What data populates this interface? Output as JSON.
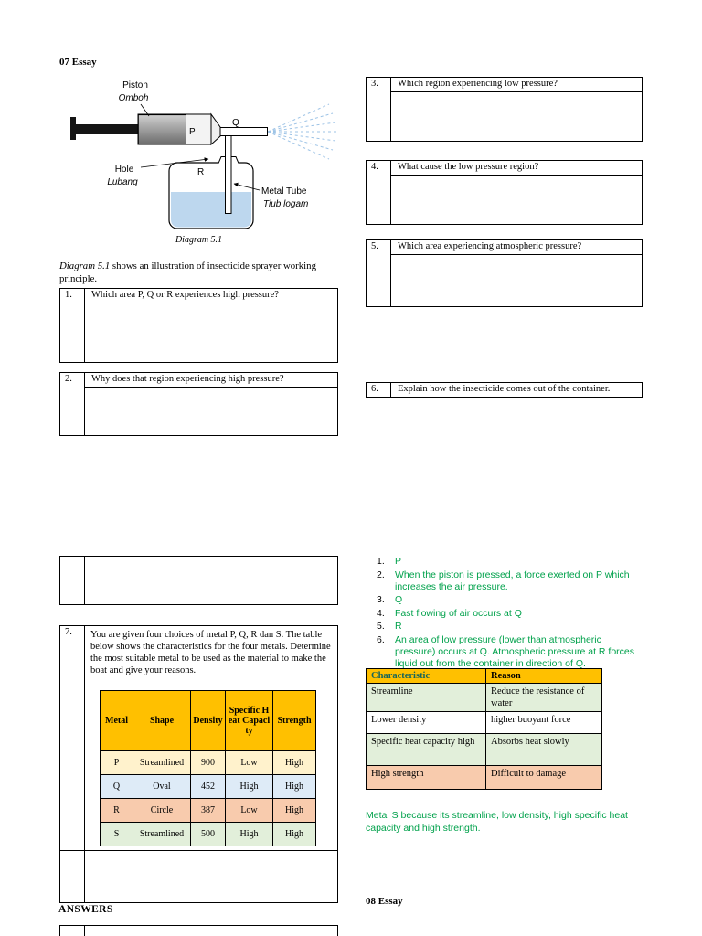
{
  "page": {
    "header_left": "07 Essay",
    "footer_left": "ANSWERS",
    "footer_right": "08 Essay"
  },
  "intro": {
    "lead": "Diagram 5.1",
    "rest": " shows an illustration of insecticide sprayer working principle."
  },
  "diagram": {
    "caption": "Diagram 5.1",
    "labels": {
      "piston_en": "Piston",
      "piston_ms": "Omboh",
      "hole_en": "Hole",
      "hole_ms": "Lubang",
      "tube_en": "Metal Tube",
      "tube_ms": "Tiub logam",
      "point_p": "P",
      "point_q": "Q",
      "point_r": "R"
    }
  },
  "questions": [
    {
      "num": "1.",
      "text": "Which area P, Q or R experiences high pressure?"
    },
    {
      "num": "2.",
      "text": "Why does that region experiencing high pressure?"
    },
    {
      "num": "3.",
      "text": "Which region experiencing low pressure?"
    },
    {
      "num": "4.",
      "text": "What cause the low pressure region?"
    },
    {
      "num": "5.",
      "text": "Which area experiencing atmospheric pressure?"
    },
    {
      "num": "6.",
      "text": "Explain how the insecticide comes out of the container."
    },
    {
      "num": "7.",
      "text": "You are given four choices of metal P, Q, R dan S. The table below shows the characteristics for the four metals. Determine the most suitable metal to be used as the material to make the boat and give your reasons."
    }
  ],
  "metal_table": {
    "headers": [
      "Metal",
      "Shape",
      "Density",
      "Specific Heat Capacity",
      "Strength"
    ],
    "rows": [
      [
        "P",
        "Streamlined",
        "900",
        "Low",
        "High"
      ],
      [
        "Q",
        "Oval",
        "452",
        "High",
        "High"
      ],
      [
        "R",
        "Circle",
        "387",
        "Low",
        "High"
      ],
      [
        "S",
        "Streamlined",
        "500",
        "High",
        "High"
      ]
    ]
  },
  "answers": [
    {
      "num": "1.",
      "text": "P"
    },
    {
      "num": "2.",
      "text": "When the piston is pressed, a force exerted on P which increases the air pressure."
    },
    {
      "num": "3.",
      "text": "Q"
    },
    {
      "num": "4.",
      "text": "Fast flowing of air occurs at Q"
    },
    {
      "num": "5.",
      "text": "R"
    },
    {
      "num": "6.",
      "text": "An area of low pressure (lower than atmospheric pressure) occurs at Q. Atmospheric pressure at R forces liquid out from the container in direction of Q."
    }
  ],
  "char_table": {
    "headers": [
      "Characteristic",
      "Reason"
    ],
    "rows": [
      [
        "Streamline",
        "Reduce the resistance of water"
      ],
      [
        "Lower density",
        "higher buoyant force"
      ],
      [
        "Specific heat capacity high",
        "Absorbs heat slowly"
      ],
      [
        "High strength",
        "Difficult to damage"
      ]
    ]
  },
  "conclusion": "Metal S  because its streamline, low density, high specific heat capacity and high strength.",
  "colors": {
    "answer_green": "#00A14B",
    "table_header_bg": "#FFC000",
    "metal_row_bgs": [
      "#FFF2CC",
      "#DEEBF7",
      "#F8CBAD",
      "#E2EFDA"
    ],
    "char_row_bgs": [
      "#E2EFDA",
      "#FFFFFF",
      "#E2EFDA",
      "#F8CBAD"
    ],
    "water_blue": "#BDD7EE",
    "spray_blue": "#9DC3E6"
  }
}
